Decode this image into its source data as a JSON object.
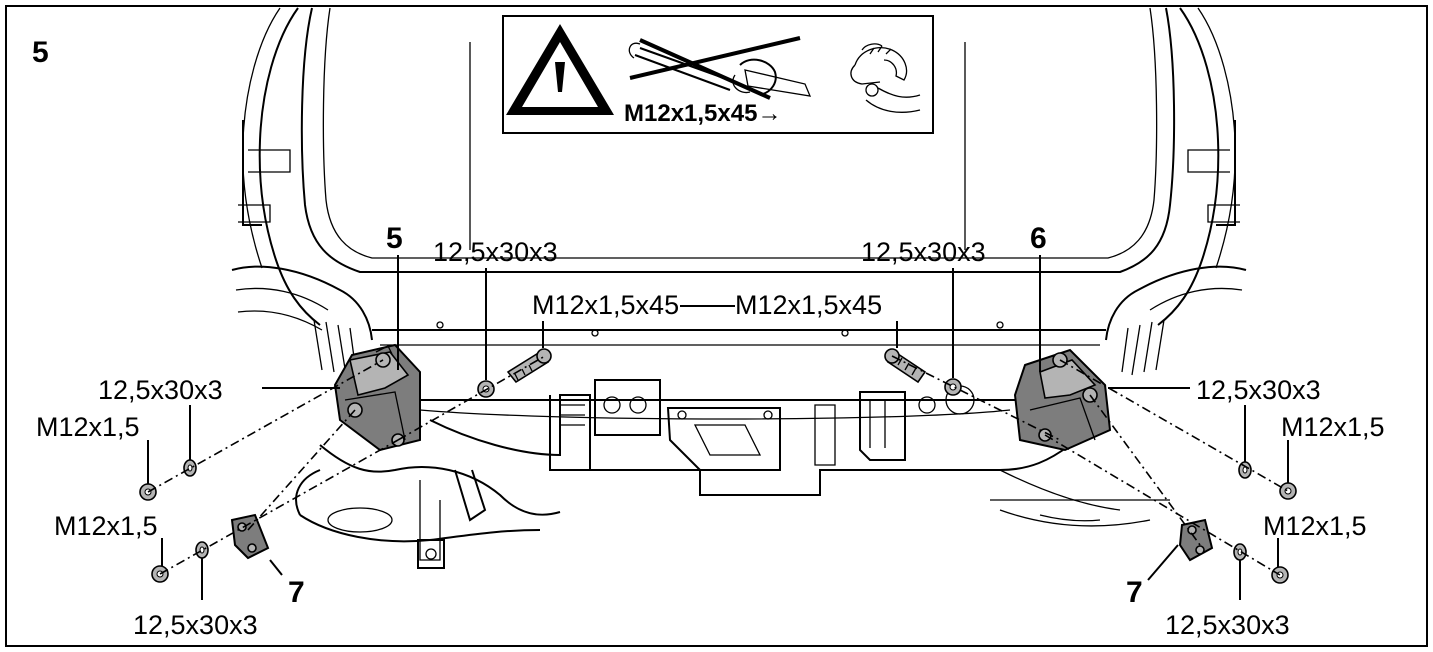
{
  "figure": {
    "step_number": "5",
    "warning": {
      "icon": "warning-triangle-icon",
      "forbidden_tool": "impact-wrench-crossed-icon",
      "hand_tool": "hand-tighten-icon",
      "bolt_instruction": "M12x1,5x45→"
    },
    "part_labels": {
      "left_bracket": "5",
      "right_bracket": "6",
      "left_plate": "7",
      "right_plate": "7"
    },
    "callouts": {
      "washer_top_left": "12,5x30x3",
      "washer_top_right": "12,5x30x3",
      "bolt_left": "M12x1,5x45",
      "bolt_right": "M12x1,5x45",
      "washer_mid_left": "12,5x30x3",
      "nut_mid_left": "M12x1,5",
      "nut_low_left": "M12x1,5",
      "washer_bottom_left": "12,5x30x3",
      "washer_mid_right": "12,5x30x3",
      "nut_mid_right": "M12x1,5",
      "nut_low_right": "M12x1,5",
      "washer_bottom_right": "12,5x30x3"
    }
  }
}
